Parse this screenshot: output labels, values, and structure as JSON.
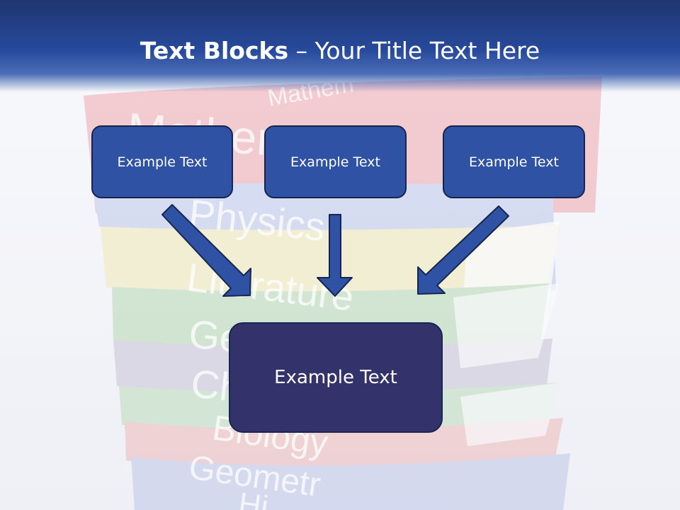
{
  "slide": {
    "title_bold": "Text Blocks",
    "title_separator": " – ",
    "title_rest": "Your Title Text Here"
  },
  "diagram": {
    "boxes": [
      {
        "label": "Example Text"
      },
      {
        "label": "Example Text"
      },
      {
        "label": "Example Text"
      },
      {
        "label": "Example Text"
      }
    ]
  },
  "background": {
    "book_titles": [
      "Mathem",
      "Mathem",
      "Physics",
      "Literature",
      "Ge",
      "Ch",
      "Biology",
      "Geometr",
      "Hi"
    ]
  },
  "colors": {
    "header": "#274a9c",
    "box_fill": "#2f52a4",
    "center_box_fill": "#34326a",
    "box_border": "#16264f",
    "arrow_fill": "#2f52a4"
  }
}
